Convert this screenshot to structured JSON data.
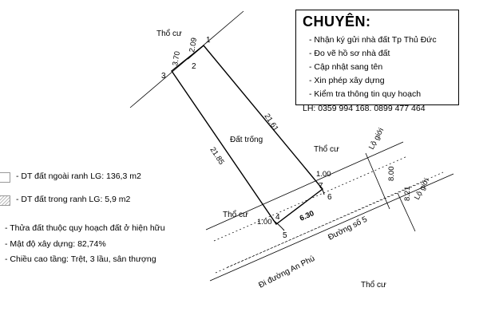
{
  "info": {
    "title": "CHUYÊN:",
    "services": [
      "- Nhận ký gửi nhà đất Tp Thủ Đức",
      "- Đo vẽ hồ sơ nhà đất",
      "- Cập nhật sang tên",
      "- Xin phép xây dựng",
      "- Kiểm tra thông tin quy hoạch"
    ],
    "contact": "LH: 0359 994 168. 0899 477 464"
  },
  "legend": {
    "outside": "- DT đất ngoài ranh LG: 136,3 m2",
    "inside": "- DT đất trong ranh LG: 5,9 m2"
  },
  "notes": [
    "- Thửa đất thuộc quy hoạch đất ở hiện hữu",
    "- Mật độ xây dựng: 82,74%",
    "- Chiều cao tầng: Trệt, 3 lầu, sân thượng"
  ],
  "plan": {
    "tho_cu": "Thổ cư",
    "vacant_lot": "Đất trống",
    "road_name": "Đường số 5",
    "to_an_phu": "Đi đường An Phú",
    "lo_gioi": "Lộ giới",
    "points": [
      "1",
      "2",
      "3",
      "4",
      "5",
      "6",
      "7"
    ],
    "dims": {
      "d_209": "2.09",
      "d_370": "3.70",
      "d_2161": "21.61",
      "d_2185": "21.85",
      "d_100a": "1.00",
      "d_100b": "1.00",
      "d_630": "6.30",
      "d_800": "8.00",
      "d_821": "8.21"
    }
  }
}
